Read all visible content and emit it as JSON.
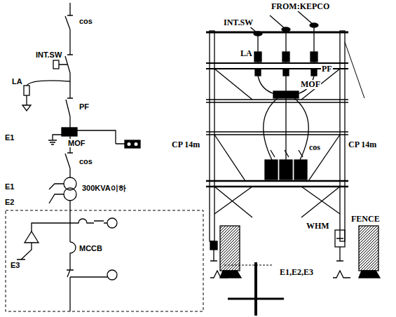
{
  "diagram": {
    "labels": [
      "cos",
      "INT.SW",
      "LA",
      "PF",
      "E1",
      "MOF",
      "cos",
      "300KVA이하",
      "E1",
      "E2",
      "E3",
      "MCCB",
      "FROM:KEPCO",
      "INT.SW",
      "LA",
      "PF",
      "MOF",
      "CP 14m",
      "CP 14m",
      "cos",
      "WHM",
      "FENCE",
      "E1,E2,E3"
    ]
  }
}
